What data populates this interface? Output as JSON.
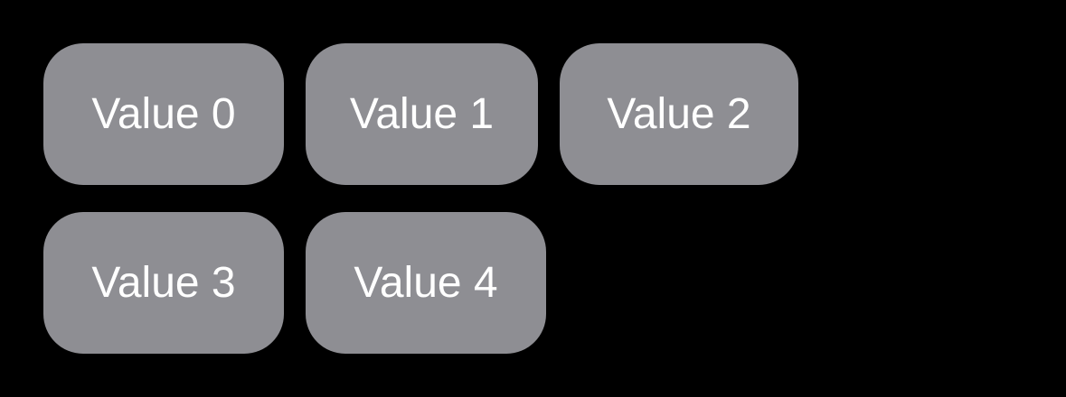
{
  "chips": [
    {
      "label": "Value 0"
    },
    {
      "label": "Value 1"
    },
    {
      "label": "Value 2"
    },
    {
      "label": "Value 3"
    },
    {
      "label": "Value 4"
    }
  ],
  "colors": {
    "background": "#000000",
    "chip_background": "#8e8e93",
    "chip_text": "#ffffff"
  }
}
